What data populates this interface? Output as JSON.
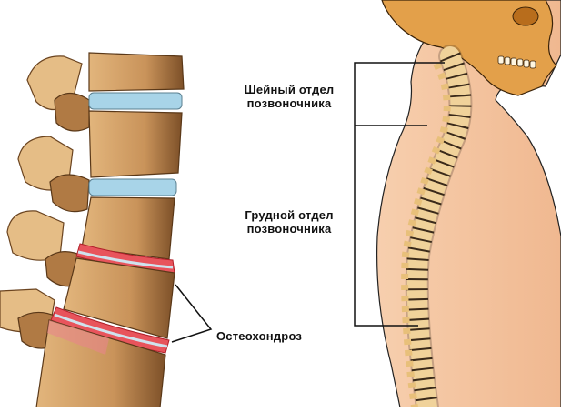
{
  "labels": {
    "cervical": {
      "line1": "Шейный отдел",
      "line2": "позвоночника"
    },
    "thoracic": {
      "line1": "Грудной отдел",
      "line2": "позвоночника"
    },
    "osteochondrosis": "Остеохондроз"
  },
  "colors": {
    "bone": "#d9a96a",
    "bone_dark": "#8a5a2e",
    "disc_healthy": "#a8d4e8",
    "disc_damaged": "#e0404a",
    "skin": "#f2bf98",
    "skull": "#e3a04a",
    "line": "#1a1a1a"
  }
}
